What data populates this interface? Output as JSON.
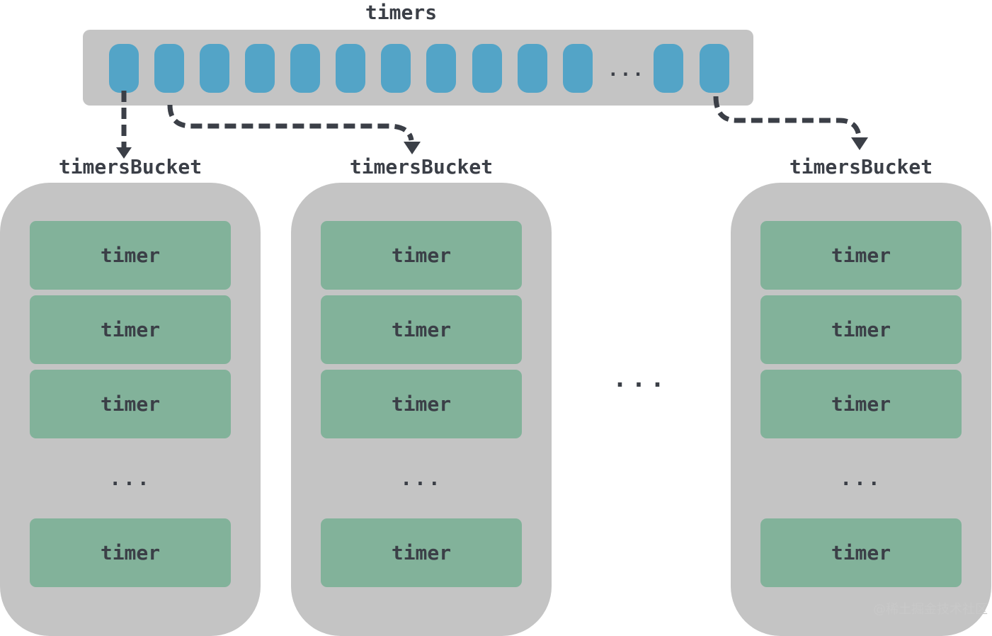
{
  "title": "timers",
  "array": {
    "slot_count": 13,
    "ellipsis": "..."
  },
  "buckets": [
    {
      "title": "timersBucket",
      "items": [
        "timer",
        "timer",
        "timer",
        "timer"
      ],
      "ellipsis": "..."
    },
    {
      "title": "timersBucket",
      "items": [
        "timer",
        "timer",
        "timer",
        "timer"
      ],
      "ellipsis": "..."
    },
    {
      "title": "timersBucket",
      "items": [
        "timer",
        "timer",
        "timer",
        "timer"
      ],
      "ellipsis": "..."
    }
  ],
  "between_ellipsis": "...",
  "watermark": "@稀土掘金技术社区",
  "colors": {
    "container": "#c4c4c4",
    "slot": "#53a4c7",
    "timer": "#82b29a",
    "text": "#3b3f47"
  }
}
